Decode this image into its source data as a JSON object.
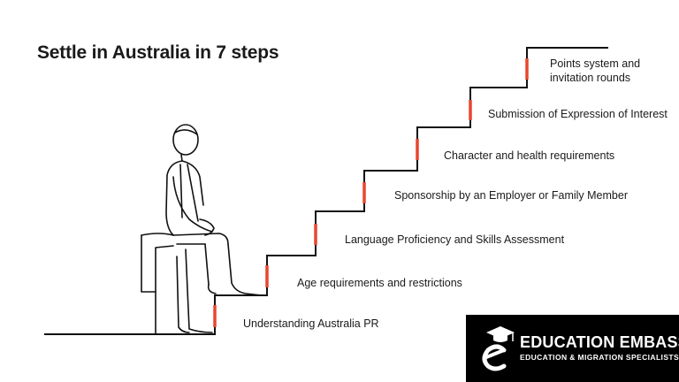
{
  "title": "Settle in Australia in 7 steps",
  "steps": [
    {
      "label": "Understanding Australia PR"
    },
    {
      "label": "Age requirements and restrictions"
    },
    {
      "label": "Language Proficiency and Skills Assessment"
    },
    {
      "label": "Sponsorship by an Employer or Family Member"
    },
    {
      "label": "Character and health requirements"
    },
    {
      "label": "Submission of Expression of Interest"
    },
    {
      "label": "Points system and invitation rounds",
      "line1": "Points system and",
      "line2": "invitation rounds"
    }
  ],
  "logo": {
    "name": "EDUCATION EMBASSY",
    "tagline": "EDUCATION & MIGRATION SPECIALISTS"
  },
  "colors": {
    "accent": "#e8462e",
    "line": "#111111",
    "logo_bg": "#000000"
  }
}
